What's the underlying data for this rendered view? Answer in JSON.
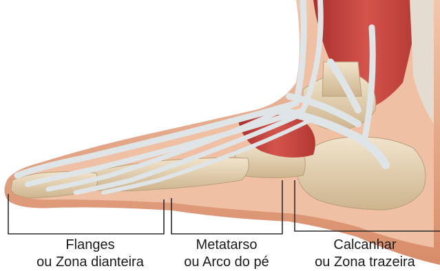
{
  "figure": {
    "subject": "foot-anatomy-lateral",
    "colors": {
      "skin": "#e9b79c",
      "skin_shadow": "#d68f6e",
      "bone": "#ead9bd",
      "bone_shadow": "#c8b08a",
      "tendon": "#e4e8ea",
      "muscle": "#c8403c",
      "bracket": "#2a2a2a"
    }
  },
  "zones": [
    {
      "line1": "Flanges",
      "line2": "ou Zona dianteira"
    },
    {
      "line1": "Metatarso",
      "line2": "ou Arco do pé"
    },
    {
      "line1": "Calcanhar",
      "line2": "ou Zona trazeira"
    }
  ]
}
